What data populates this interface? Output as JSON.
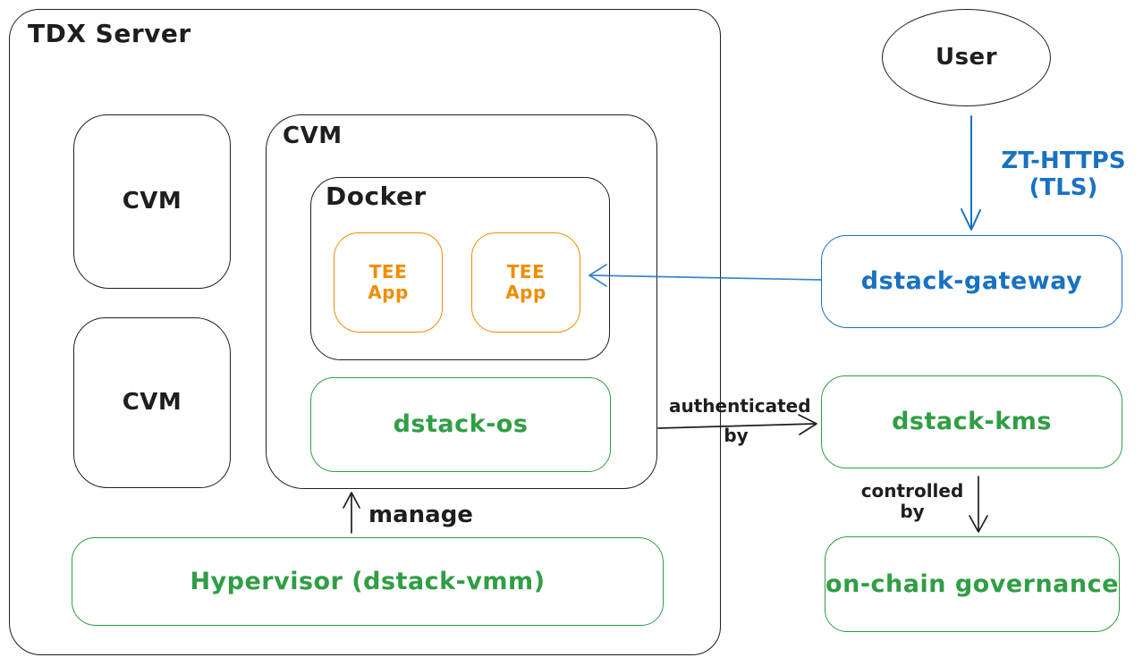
{
  "colors": {
    "stroke": "#1e1e1e",
    "green": "#2f9e44",
    "blue": "#1971c2",
    "orange": "#f08c00",
    "background": "#ffffff"
  },
  "nodes": {
    "tdx_server": {
      "label": "TDX Server"
    },
    "cvm_left_top": {
      "label": "CVM"
    },
    "cvm_left_bottom": {
      "label": "CVM"
    },
    "cvm_main": {
      "label": "CVM"
    },
    "docker": {
      "label": "Docker"
    },
    "tee_app_1": {
      "line1": "TEE",
      "line2": "App"
    },
    "tee_app_2": {
      "line1": "TEE",
      "line2": "App"
    },
    "dstack_os": {
      "label": "dstack-os"
    },
    "hypervisor": {
      "label": "Hypervisor (dstack-vmm)"
    },
    "user": {
      "label": "User"
    },
    "dstack_gateway": {
      "label": "dstack-gateway"
    },
    "dstack_kms": {
      "label": "dstack-kms"
    },
    "on_chain_governance": {
      "label": "on-chain governance"
    }
  },
  "edges": {
    "zt_https": {
      "line1": "ZT-HTTPS",
      "line2": "(TLS)"
    },
    "manage": {
      "label": "manage"
    },
    "authenticated_by": {
      "line1": "authenticated",
      "line2": "by"
    },
    "controlled_by": {
      "line1": "controlled",
      "line2": "by"
    }
  }
}
